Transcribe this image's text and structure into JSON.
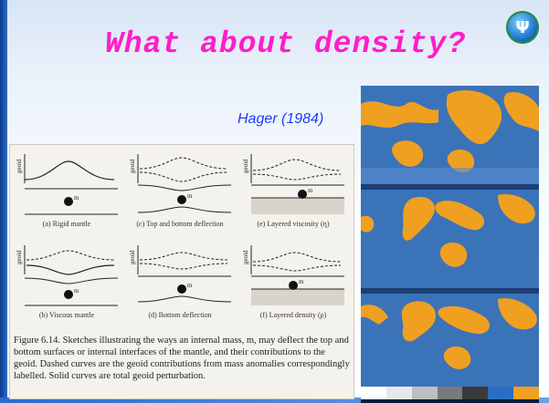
{
  "slide": {
    "title": "What about density?",
    "citation": "Hager (1984)"
  },
  "logo": {
    "icon": "hp-logo-icon",
    "text": "Ψ"
  },
  "figure": {
    "panels": [
      {
        "label": "(a) Rigid mantle",
        "axis": "geoid",
        "mass": "m"
      },
      {
        "label": "(c) Top and bottom deflection",
        "axis": "geoid",
        "mass": "m"
      },
      {
        "label": "(e) Layered viscosity (η)",
        "axis": "geoid",
        "mass": "m"
      },
      {
        "label": "(b) Viscous mantle",
        "axis": "geoid",
        "mass": "m"
      },
      {
        "label": "(d) Bottom deflection",
        "axis": "geoid",
        "mass": "m"
      },
      {
        "label": "(f) Layered density (ρ)",
        "axis": "geoid",
        "mass": "m"
      }
    ],
    "caption": "Figure 6.14. Sketches illustrating the ways an internal mass, m, may deflect the top and bottom surfaces or internal interfaces of the mantle, and their contributions to the geoid. Dashed curves are the geoid contributions from mass anomalies correspondingly labelled. Solid curves are total geoid perturbation."
  },
  "maps": {
    "count": 3,
    "ocean_color": "#3b73b9",
    "anomaly_color": "#f0a020"
  }
}
